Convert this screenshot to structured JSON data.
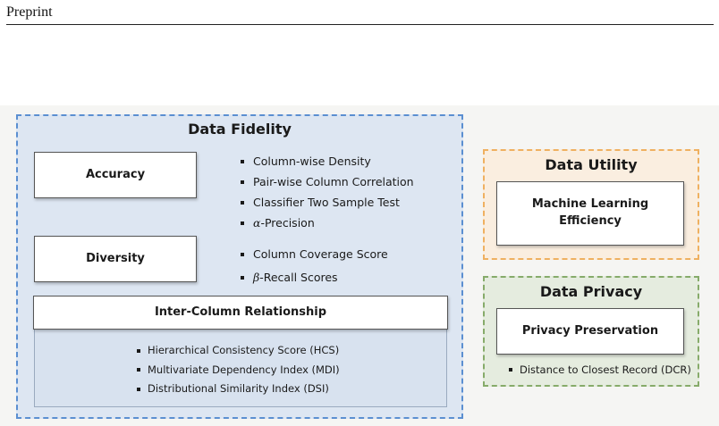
{
  "header": {
    "label": "Preprint"
  },
  "fidelity": {
    "title": "Data Fidelity",
    "accuracy": {
      "label": "Accuracy",
      "metrics": [
        "Column-wise Density",
        "Pair-wise Column Correlation",
        "Classifier Two Sample Test",
        "-Precision"
      ],
      "alpha_symbol": "α"
    },
    "diversity": {
      "label": "Diversity",
      "metrics": [
        "Column Coverage Score",
        "-Recall Scores"
      ],
      "beta_symbol": "β"
    },
    "inter_column": {
      "label": "Inter-Column Relationship",
      "metrics": [
        "Hierarchical Consistency Score (HCS)",
        "Multivariate Dependency Index (MDI)",
        "Distributional Similarity Index (DSI)"
      ]
    }
  },
  "utility": {
    "title": "Data Utility",
    "box_line1": "Machine Learning",
    "box_line2": "Efficiency"
  },
  "privacy": {
    "title": "Data Privacy",
    "box_label": "Privacy Preservation",
    "metric": "Distance to Closest Record (DCR)"
  },
  "colors": {
    "fidelity_border": "#5b8fd1",
    "fidelity_fill": "#dde6f2",
    "utility_border": "#efb060",
    "utility_fill": "#faeee0",
    "privacy_border": "#86ab6a",
    "privacy_fill": "#e5ecdf"
  }
}
